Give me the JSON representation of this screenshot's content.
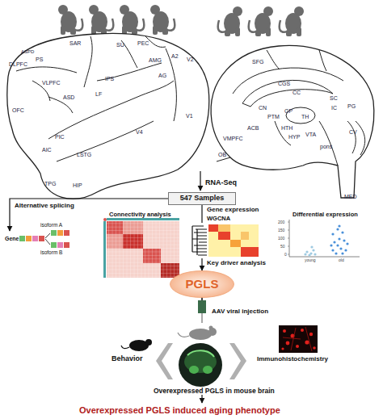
{
  "diagram": {
    "nodes": [
      {
        "text": [
          "547 Samples"
        ]
      },
      {
        "text": [
          "PGLS"
        ]
      }
    ],
    "edges": [
      {
        "from": 0,
        "to": 1,
        "arrow": "to"
      }
    ],
    "labels": [
      "DLPFC",
      "ASPD",
      "PS",
      "SAR",
      "SU",
      "PEC",
      "VLPFC",
      "IPS",
      "AMG",
      "A2",
      "V2",
      "AG",
      "ASD",
      "LF",
      "OFC",
      "PIC",
      "AIC",
      "LSTG",
      "V4",
      "V1",
      "TPG",
      "HIP",
      "SFG",
      "CGS",
      "CC",
      "SC",
      "PG",
      "IC",
      "CN",
      "PTM",
      "GP",
      "TH",
      "CV",
      "ACB",
      "HTH",
      "VMPFC",
      "HYP",
      "VTA",
      "pons",
      "OB",
      "MED",
      "RNA-Seq",
      "Alternative splicing",
      "Gene expression",
      "Gene",
      "isoform A",
      "isoform B",
      "Connectivity analysis",
      "WGCNA",
      "Differential expression",
      "200",
      "150",
      "100",
      "50",
      "0",
      "young",
      "old",
      "Key driver analysis",
      "AAV viral injection",
      "Behavior",
      "Immunohistochemistry",
      "Overexpressed PGLS in mouse brain",
      "Overexpressed PGLS induced aging phenotype"
    ]
  }
}
